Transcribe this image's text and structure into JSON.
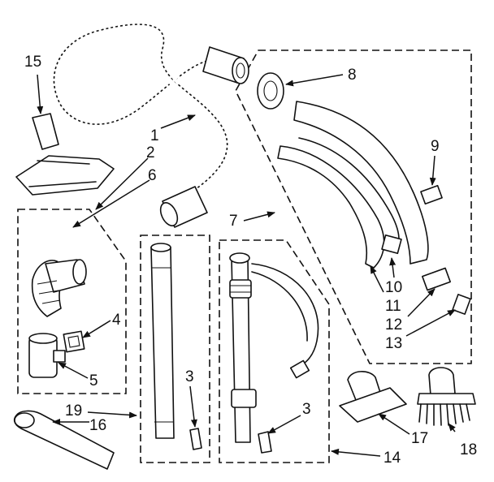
{
  "callouts": {
    "c1": "1",
    "c2": "2",
    "c3a": "3",
    "c3b": "3",
    "c4": "4",
    "c5": "5",
    "c6": "6",
    "c7": "7",
    "c8": "8",
    "c9": "9",
    "c10": "10",
    "c11": "11",
    "c12": "12",
    "c13": "13",
    "c14": "14",
    "c15": "15",
    "c16": "16",
    "c17": "17",
    "c18": "18",
    "c19": "19"
  }
}
